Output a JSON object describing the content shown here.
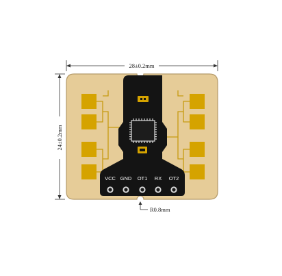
{
  "dimensions": {
    "width_label": "28±0.2mm",
    "height_label": "24±0.2mm",
    "notch_label": "R0.8mm"
  },
  "pins": [
    {
      "label": "VCC"
    },
    {
      "label": "GND"
    },
    {
      "label": "OT1"
    },
    {
      "label": "RX"
    },
    {
      "label": "OT2"
    }
  ],
  "colors": {
    "board": "#e6cc98",
    "board_edge": "#b49a6a",
    "antenna_gold": "#d5a300",
    "mask_black": "#141414",
    "dimension_line": "#333333"
  }
}
